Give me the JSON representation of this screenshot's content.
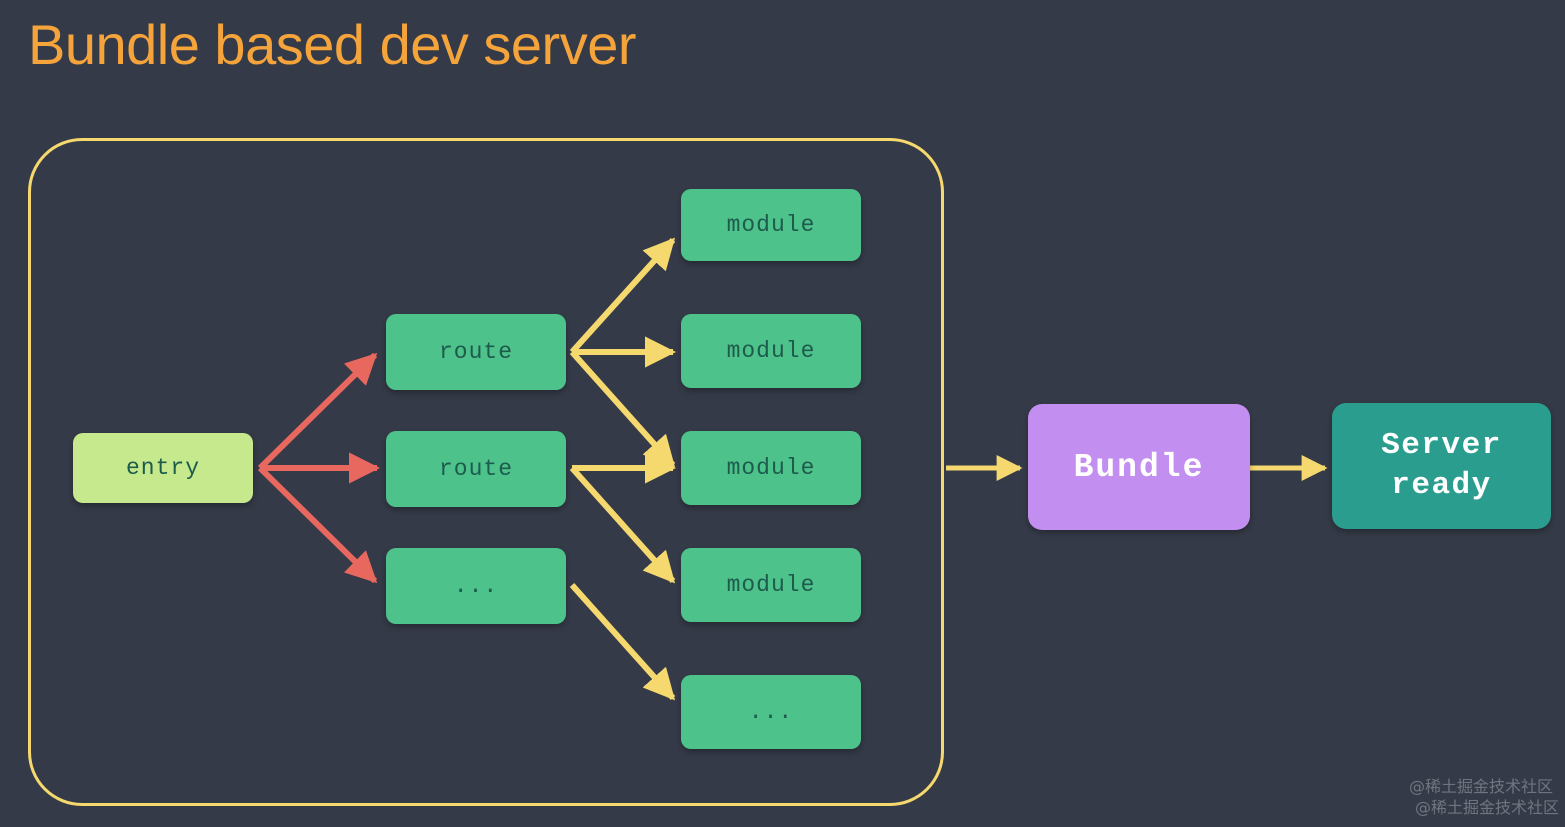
{
  "page": {
    "title": "Bundle based dev server",
    "background_color": "#343a47"
  },
  "colors": {
    "title": "#f5a43c",
    "container_border": "#f5d86e",
    "arrow_yellow": "#f5d86e",
    "arrow_red": "#e8685f",
    "entry_node": "#c6e98d",
    "green_node": "#4ec28b",
    "bundle_node": "#c28ef0",
    "server_node": "#2a9d8f",
    "node_text": "#1d5c4c",
    "light_text": "#ffffff"
  },
  "diagram": {
    "type": "flow",
    "container_label": "bundle-boundary",
    "nodes": [
      {
        "id": "entry",
        "label": "entry",
        "kind": "entry"
      },
      {
        "id": "route1",
        "label": "route",
        "kind": "route"
      },
      {
        "id": "route2",
        "label": "route",
        "kind": "route"
      },
      {
        "id": "route3",
        "label": "...",
        "kind": "route"
      },
      {
        "id": "module1",
        "label": "module",
        "kind": "module"
      },
      {
        "id": "module2",
        "label": "module",
        "kind": "module"
      },
      {
        "id": "module3",
        "label": "module",
        "kind": "module"
      },
      {
        "id": "module4",
        "label": "module",
        "kind": "module"
      },
      {
        "id": "module5",
        "label": "...",
        "kind": "module"
      },
      {
        "id": "bundle",
        "label": "Bundle",
        "kind": "bundle"
      },
      {
        "id": "server",
        "label": "Server\nready",
        "kind": "server"
      }
    ],
    "edges": [
      {
        "from": "entry",
        "to": "route1",
        "color": "red"
      },
      {
        "from": "entry",
        "to": "route2",
        "color": "red"
      },
      {
        "from": "entry",
        "to": "route3",
        "color": "red"
      },
      {
        "from": "route1",
        "to": "module1",
        "color": "yellow"
      },
      {
        "from": "route1",
        "to": "module2",
        "color": "yellow"
      },
      {
        "from": "route1",
        "to": "module3",
        "color": "yellow"
      },
      {
        "from": "route2",
        "to": "module3",
        "color": "yellow"
      },
      {
        "from": "route2",
        "to": "module4",
        "color": "yellow"
      },
      {
        "from": "route3",
        "to": "module5",
        "color": "yellow"
      },
      {
        "from": "bundle-boundary",
        "to": "bundle",
        "color": "yellow"
      },
      {
        "from": "bundle",
        "to": "server",
        "color": "yellow"
      }
    ]
  },
  "watermark": {
    "line1": "@稀土掘金技术社区",
    "line2": "@稀土掘金技术社区"
  }
}
